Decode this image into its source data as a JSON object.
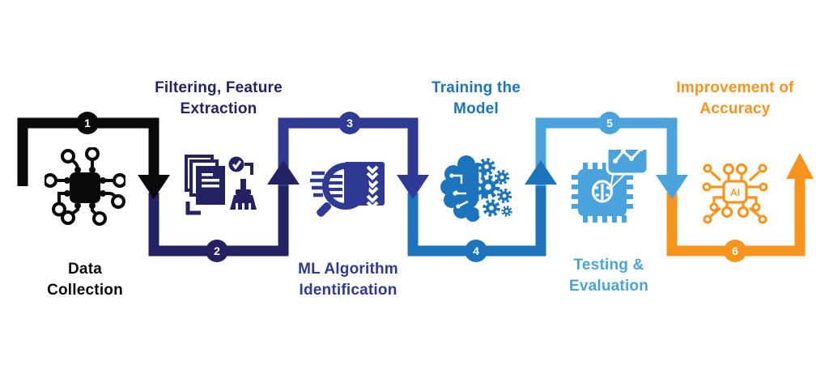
{
  "diagram_type": "machine-learning-workflow-flowchart",
  "background_color": "#ffffff",
  "steps": [
    {
      "number": "1",
      "label": "Data\nCollection",
      "color": "#0a0a0a",
      "icon": "circuit-chip-icon",
      "label_position": "below"
    },
    {
      "number": "2",
      "label": "Filtering, Feature\nExtraction",
      "color": "#252264",
      "icon": "documents-cleaning-icon",
      "label_position": "above"
    },
    {
      "number": "3",
      "label": "ML Algorithm\nIdentification",
      "color": "#2e3a94",
      "icon": "magnifier-checklist-icon",
      "label_position": "below"
    },
    {
      "number": "4",
      "label": "Training the\nModel",
      "color": "#1c75bc",
      "icon": "brain-gears-icon",
      "label_position": "above"
    },
    {
      "number": "5",
      "label": "Testing &\nEvaluation",
      "color": "#4aa3dd",
      "icon": "chip-brain-analytics-icon",
      "label_position": "below"
    },
    {
      "number": "6",
      "label": "Improvement of\nAccuracy",
      "color": "#f7941e",
      "icon": "ai-circuit-brain-icon",
      "label_position": "above"
    }
  ]
}
